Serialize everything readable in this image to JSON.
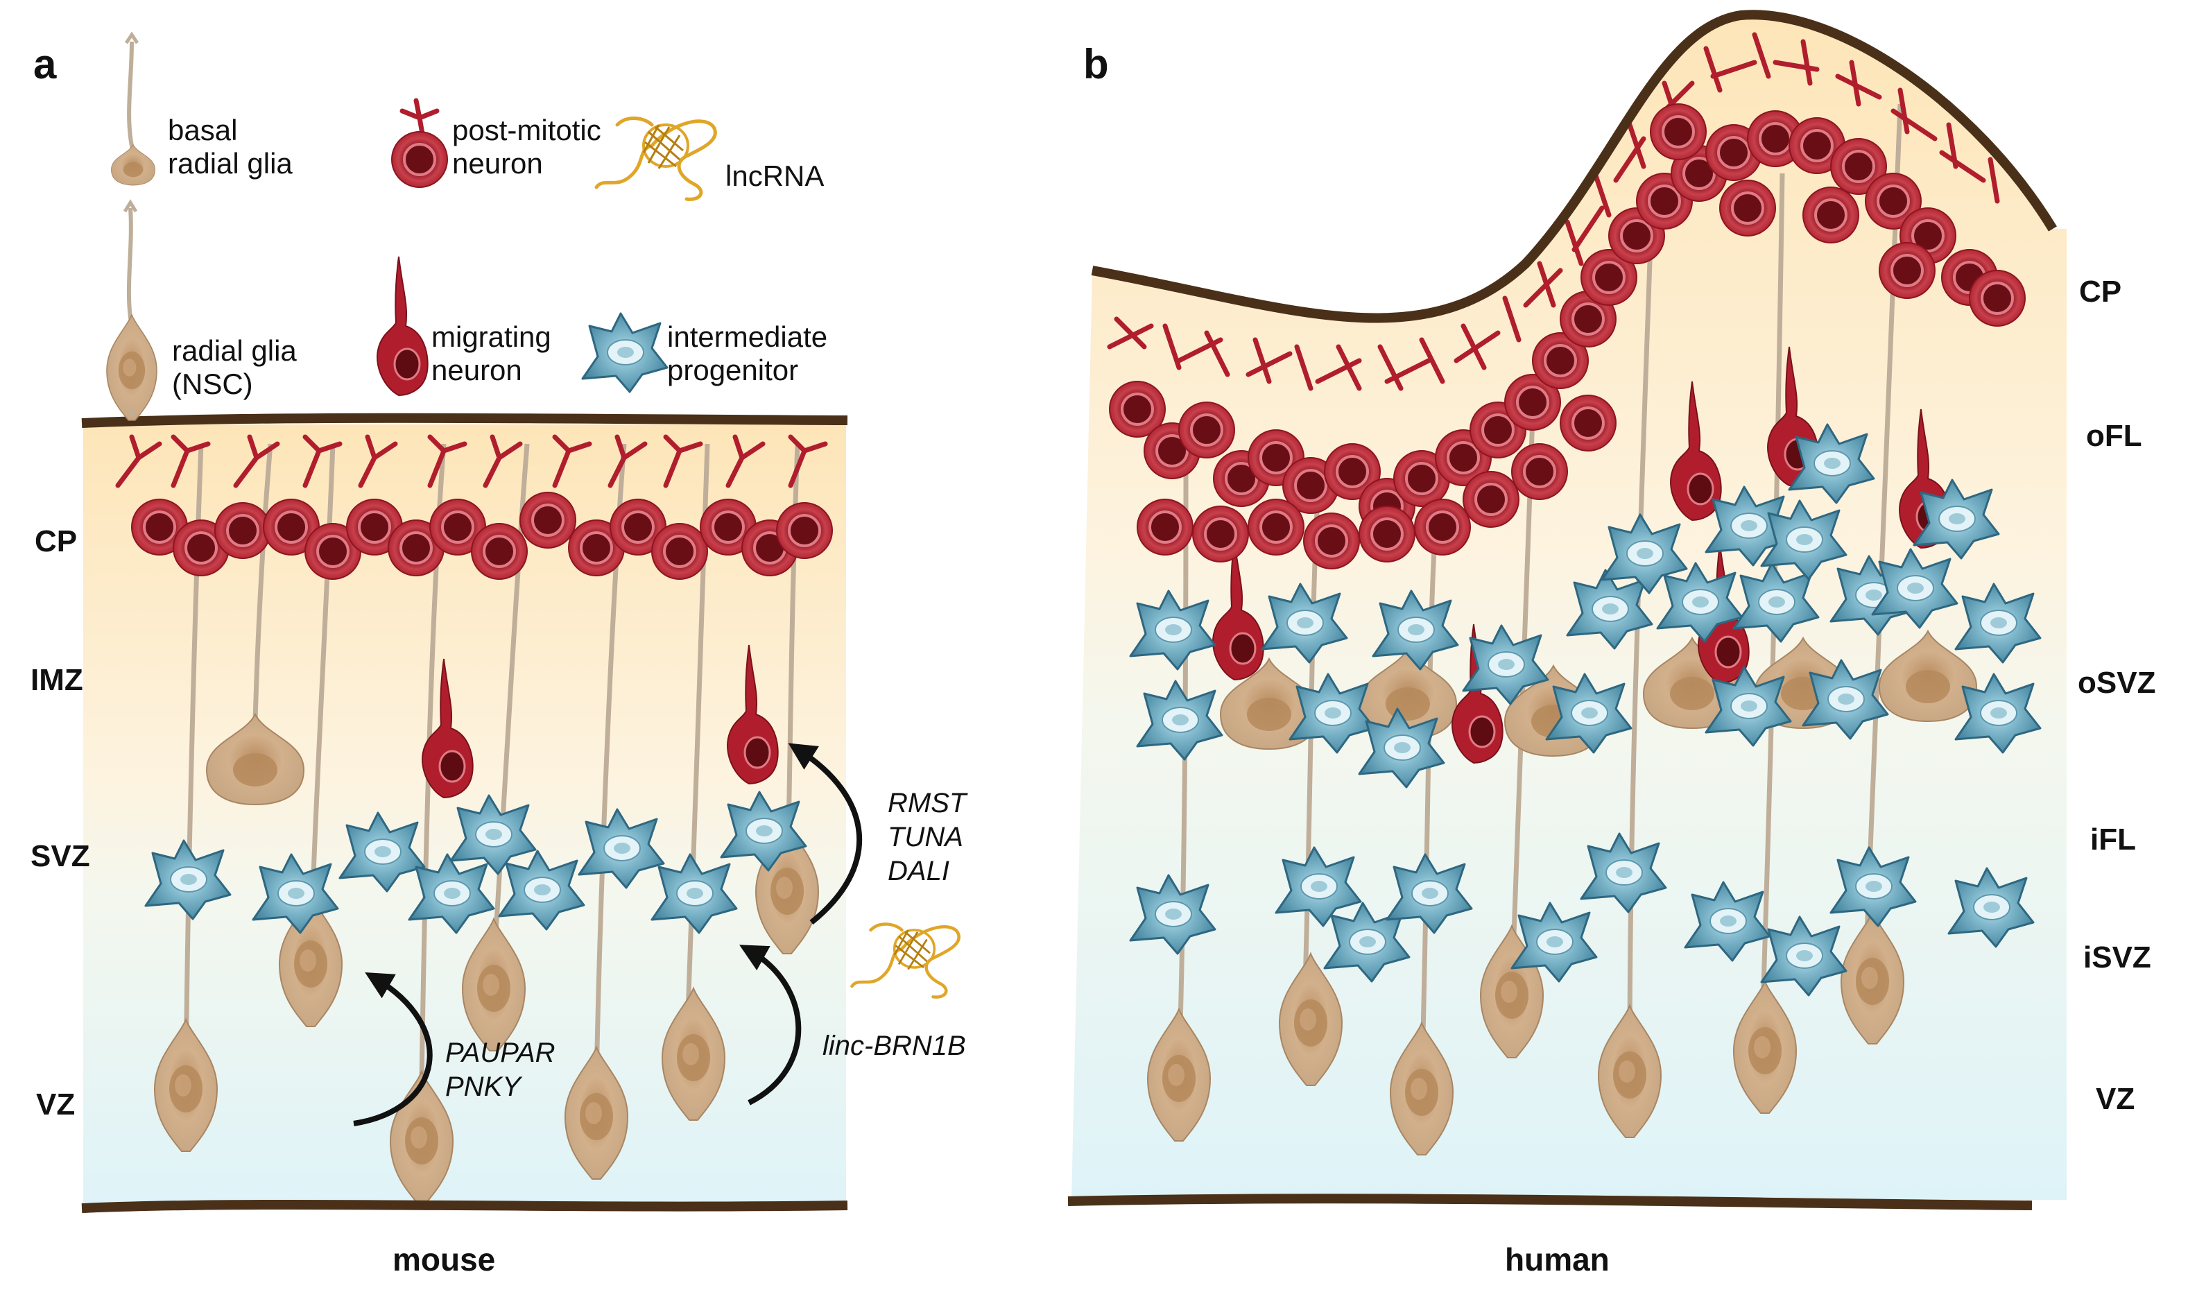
{
  "panel_a": {
    "letter": "a",
    "species": "mouse",
    "legend": {
      "basal_radial_glia": [
        "basal",
        "radial glia"
      ],
      "post_mitotic_neuron": [
        "post-mitotic",
        "neuron"
      ],
      "lncrna": "lncRNA",
      "radial_glia_nsc": [
        "radial glia",
        "(NSC)"
      ],
      "migrating_neuron": [
        "migrating",
        "neuron"
      ],
      "intermediate_progenitor": [
        "intermediate",
        "progenitor"
      ]
    },
    "layers": [
      "CP",
      "IMZ",
      "SVZ",
      "VZ"
    ],
    "lncrnas": {
      "group_1": [
        "PAUPAR",
        "PNKY"
      ],
      "group_2": [
        "linc-BRN1B"
      ],
      "group_3": [
        "RMST",
        "TUNA",
        "DALI"
      ]
    }
  },
  "panel_b": {
    "letter": "b",
    "species": "human",
    "layers": [
      "CP",
      "oFL",
      "oSVZ",
      "iFL",
      "iSVZ",
      "VZ"
    ]
  },
  "colors": {
    "neuron": "#b01e2d",
    "progenitor": "#3c7f98",
    "radial_glia": "#c8a98a",
    "lncrna": "#e0a628",
    "membrane": "#5a3d1e",
    "top_gradient": "#fde8bf",
    "bottom_gradient": "#dff4f8"
  }
}
